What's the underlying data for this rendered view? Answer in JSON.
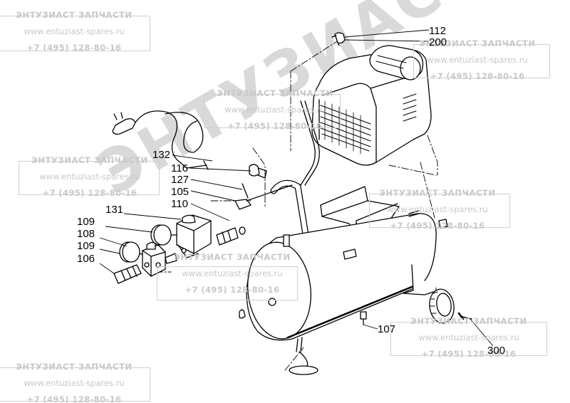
{
  "watermark": {
    "title": "ЭНТУЗИАСТ ЗАПЧАСТИ",
    "url": "www.entuziast-spares.ru",
    "phone": "+7 (495) 128-80-16",
    "big": "ЭНТУЗИАСТ"
  },
  "callouts": {
    "c112": "112",
    "c200": "200",
    "c132": "132",
    "c116": "116",
    "c127": "127",
    "c105": "105",
    "c110": "110",
    "c131": "131",
    "c109a": "109",
    "c108": "108",
    "c109b": "109",
    "c106": "106",
    "c107": "107",
    "c300": "300"
  },
  "colors": {
    "ink": "#000000",
    "watermark": "#c8c8c8",
    "paper": "#ffffff"
  }
}
